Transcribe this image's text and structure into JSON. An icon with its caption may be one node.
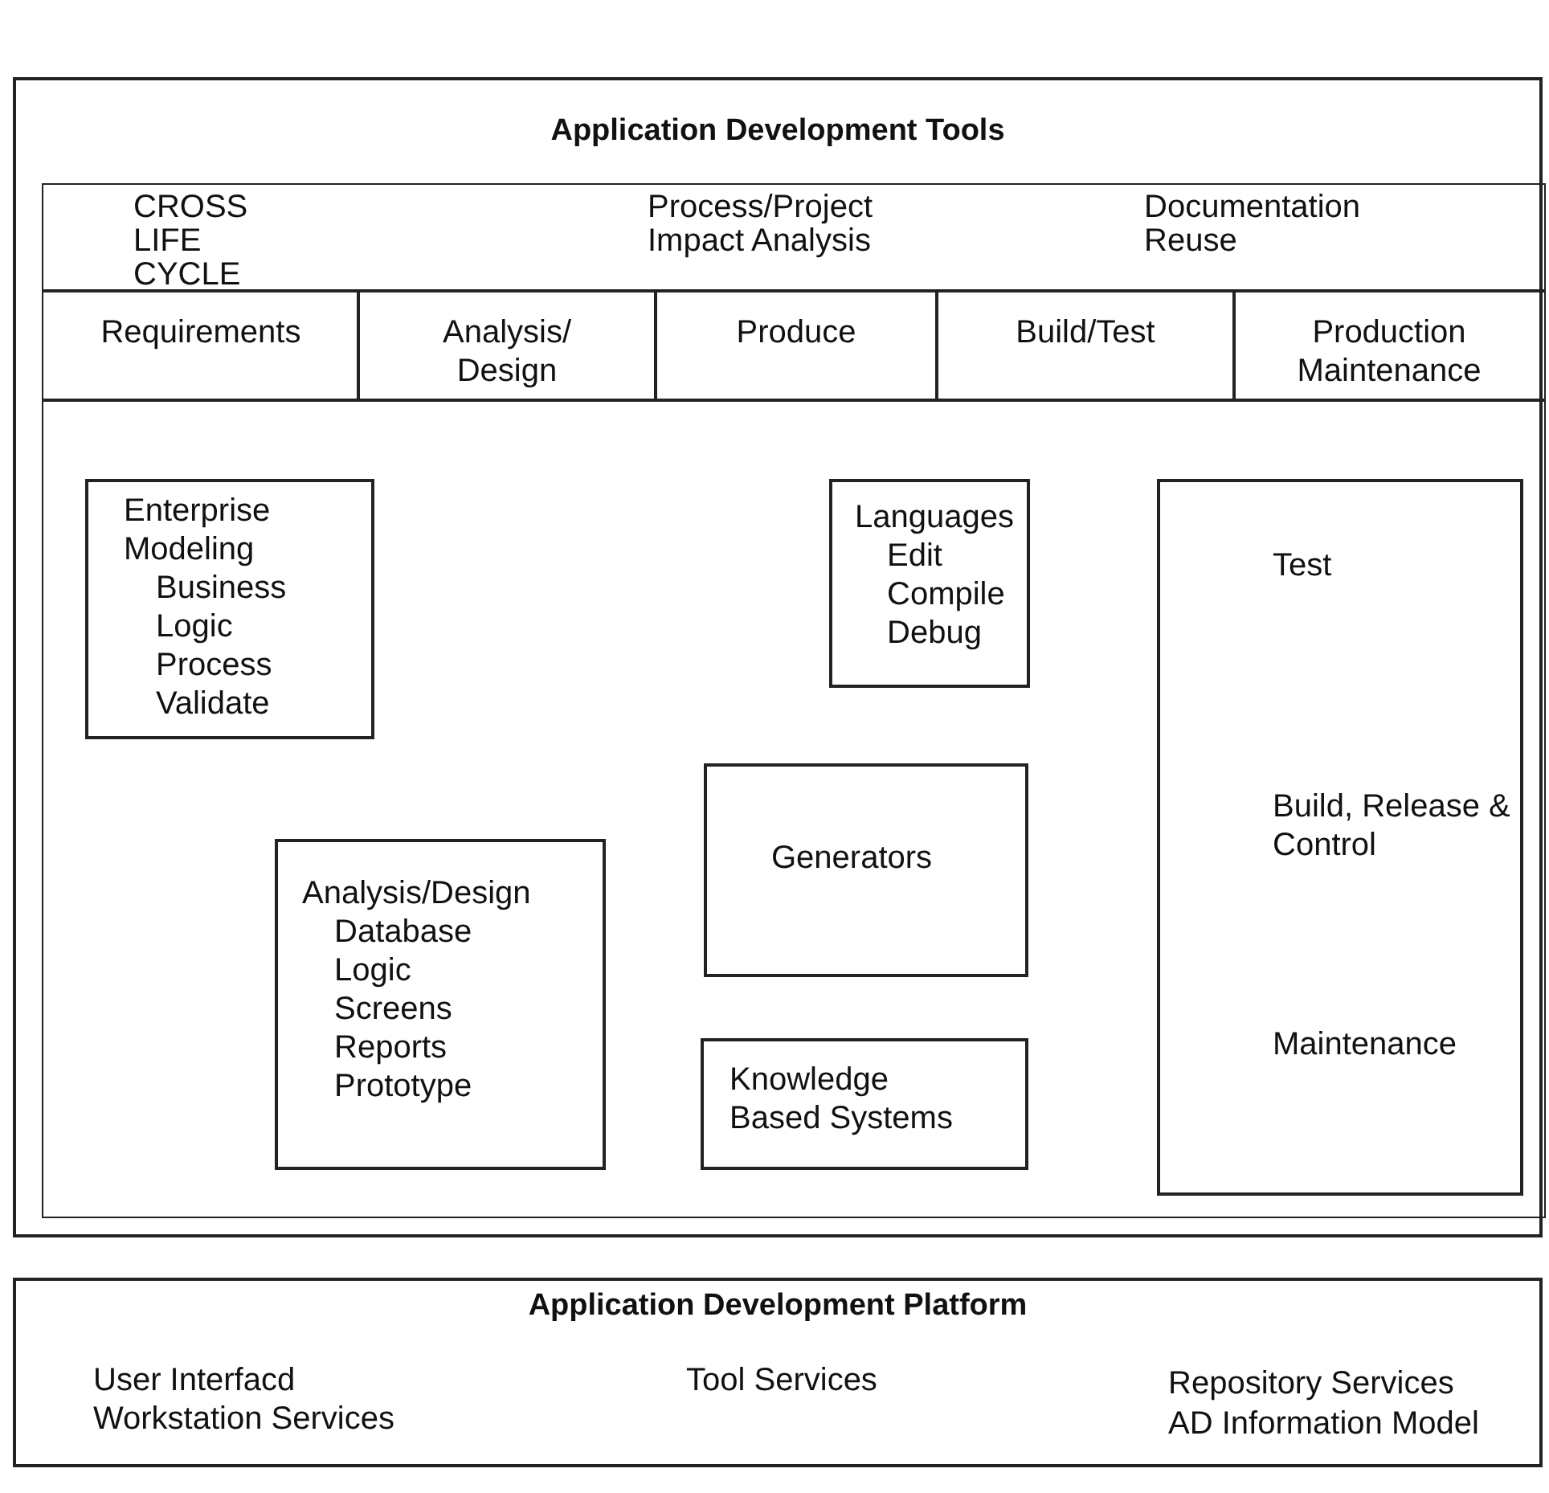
{
  "diagram": {
    "nodes": [
      {
        "text": [
          "Application Development Tools"
        ]
      },
      {
        "text": [
          "CROSS LIFE CYCLE",
          "Process/Project Impact Analysis",
          "Documentation Reuse"
        ],
        "in": 0
      },
      {
        "text": [
          "Requirements"
        ],
        "in": 0
      },
      {
        "text": [
          "Analysis/ Design"
        ],
        "in": 0
      },
      {
        "text": [
          "Produce"
        ],
        "in": 0
      },
      {
        "text": [
          "Build/Test"
        ],
        "in": 0
      },
      {
        "text": [
          "Production Maintenance"
        ],
        "in": 0
      },
      {
        "text": [],
        "shape": "box",
        "in": 0
      },
      {
        "text": [
          "Enterprise Modeling",
          "Business",
          "Logic",
          "Process",
          "Validate"
        ],
        "in": 7
      },
      {
        "text": [
          "Languages",
          "Edit",
          "Compile",
          "Debug"
        ],
        "in": 7
      },
      {
        "text": [
          "Test",
          "Build, Release & Control",
          "Maintenance"
        ],
        "in": 7
      },
      {
        "text": [
          "Generators"
        ],
        "in": 7
      },
      {
        "text": [
          "Analysis/Design",
          "Database",
          "Logic",
          "Screens",
          "Reports",
          "Prototype"
        ],
        "in": 7
      },
      {
        "text": [
          "Knowledge Based Systems"
        ],
        "in": 7
      },
      {
        "text": [
          "Application Development Platform",
          "User Interfacd Workstation Services",
          "Tool Services",
          "Repository Services",
          "AD Information Model"
        ]
      }
    ]
  }
}
